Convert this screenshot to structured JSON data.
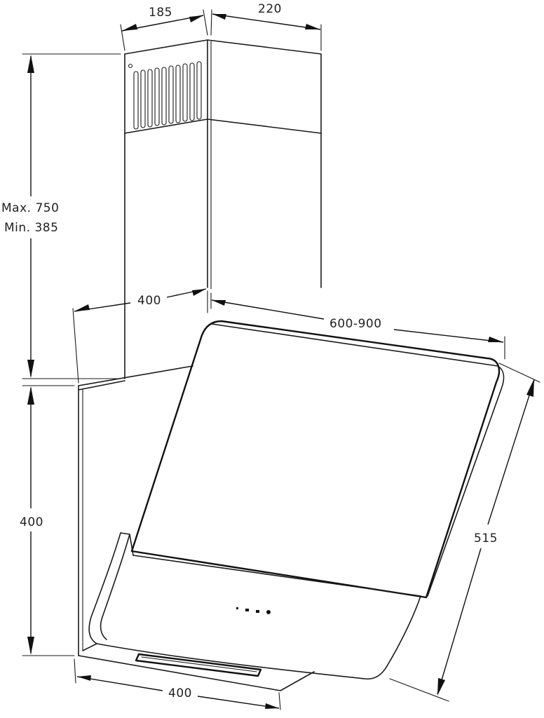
{
  "dimensions": {
    "chimney_depth": "185",
    "chimney_width": "220",
    "chimney_height_max": "Max. 750",
    "chimney_height_min": "Min. 385",
    "hood_upper_depth": "400",
    "hood_width": "600-900",
    "hood_body_height": "400",
    "glass_panel_length": "515",
    "hood_bottom_depth": "400"
  }
}
